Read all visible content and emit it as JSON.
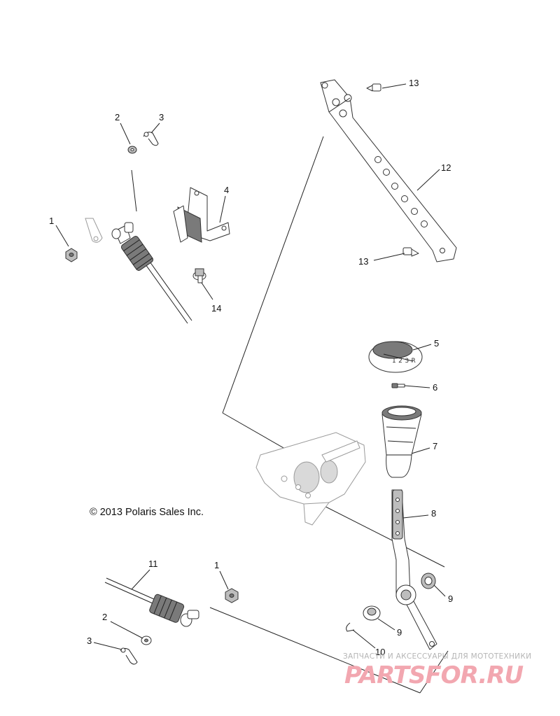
{
  "diagram": {
    "copyright": "© 2013 Polaris Sales Inc.",
    "callouts": {
      "c1a": "1",
      "c2a": "2",
      "c3a": "3",
      "c4": "4",
      "c14": "14",
      "c13a": "13",
      "c12": "12",
      "c13b": "13",
      "c5": "5",
      "c6": "6",
      "c7": "7",
      "c8": "8",
      "c9a": "9",
      "c9b": "9",
      "c10": "10",
      "c11": "11",
      "c1b": "1",
      "c2b": "2",
      "c3b": "3"
    },
    "watermark": {
      "caption": "ЗАПЧАСТИ И АКСЕССУАРЫ ДЛЯ МОТОТЕХНИКИ",
      "logo": "PARTSFOR.RU"
    }
  }
}
